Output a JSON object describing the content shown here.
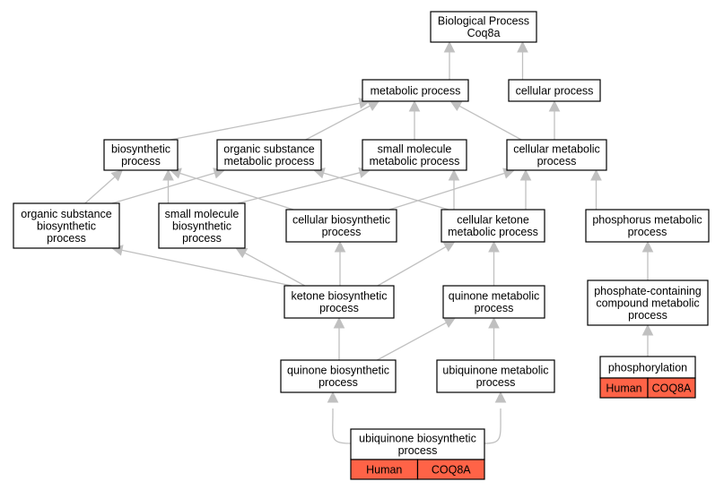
{
  "colors": {
    "edge": "#c0c0c0",
    "node_border": "#000000",
    "node_fill": "#ffffff",
    "annotation_fill": "#ff6347"
  },
  "nodes": {
    "root": {
      "lines": [
        "Biological Process",
        "Coq8a"
      ]
    },
    "metabolic": {
      "lines": [
        "metabolic process"
      ]
    },
    "cellular": {
      "lines": [
        "cellular process"
      ]
    },
    "biosynthetic": {
      "lines": [
        "biosynthetic",
        "process"
      ]
    },
    "org_sub_met": {
      "lines": [
        "organic substance",
        "metabolic process"
      ]
    },
    "small_mol_met": {
      "lines": [
        "small molecule",
        "metabolic process"
      ]
    },
    "cell_met": {
      "lines": [
        "cellular metabolic",
        "process"
      ]
    },
    "org_sub_bio": {
      "lines": [
        "organic substance",
        "biosynthetic",
        "process"
      ]
    },
    "small_mol_bio": {
      "lines": [
        "small molecule",
        "biosynthetic",
        "process"
      ]
    },
    "cell_bio": {
      "lines": [
        "cellular biosynthetic",
        "process"
      ]
    },
    "cell_ketone": {
      "lines": [
        "cellular ketone",
        "metabolic process"
      ]
    },
    "phosphorus": {
      "lines": [
        "phosphorus metabolic",
        "process"
      ]
    },
    "ketone_bio": {
      "lines": [
        "ketone biosynthetic",
        "process"
      ]
    },
    "quinone_met": {
      "lines": [
        "quinone metabolic",
        "process"
      ]
    },
    "phosphate": {
      "lines": [
        "phosphate-containing",
        "compound metabolic",
        "process"
      ]
    },
    "quinone_bio": {
      "lines": [
        "quinone biosynthetic",
        "process"
      ]
    },
    "ubiq_met": {
      "lines": [
        "ubiquinone metabolic",
        "process"
      ]
    },
    "ubiq_bio": {
      "lines": [
        "ubiquinone biosynthetic",
        "process"
      ],
      "annotations": [
        "Human",
        "COQ8A"
      ]
    },
    "phosphorylation": {
      "lines": [
        "phosphorylation"
      ],
      "annotations": [
        "Human",
        "COQ8A"
      ]
    }
  },
  "edges": [
    [
      "metabolic",
      "root"
    ],
    [
      "cellular",
      "root"
    ],
    [
      "biosynthetic",
      "metabolic"
    ],
    [
      "org_sub_met",
      "metabolic"
    ],
    [
      "small_mol_met",
      "metabolic"
    ],
    [
      "cell_met",
      "metabolic"
    ],
    [
      "cell_met",
      "cellular"
    ],
    [
      "org_sub_bio",
      "biosynthetic"
    ],
    [
      "org_sub_bio",
      "org_sub_met"
    ],
    [
      "small_mol_bio",
      "biosynthetic"
    ],
    [
      "small_mol_bio",
      "small_mol_met"
    ],
    [
      "cell_bio",
      "biosynthetic"
    ],
    [
      "cell_bio",
      "cell_met"
    ],
    [
      "cell_ketone",
      "org_sub_met"
    ],
    [
      "cell_ketone",
      "small_mol_met"
    ],
    [
      "cell_ketone",
      "cell_met"
    ],
    [
      "phosphorus",
      "cell_met"
    ],
    [
      "ketone_bio",
      "org_sub_bio"
    ],
    [
      "ketone_bio",
      "small_mol_bio"
    ],
    [
      "ketone_bio",
      "cell_bio"
    ],
    [
      "ketone_bio",
      "cell_ketone"
    ],
    [
      "quinone_met",
      "cell_ketone"
    ],
    [
      "phosphate",
      "phosphorus"
    ],
    [
      "quinone_bio",
      "ketone_bio"
    ],
    [
      "quinone_bio",
      "quinone_met"
    ],
    [
      "ubiq_met",
      "quinone_met"
    ],
    [
      "ubiq_bio",
      "quinone_bio"
    ],
    [
      "ubiq_bio",
      "ubiq_met"
    ],
    [
      "phosphorylation",
      "phosphate"
    ]
  ]
}
